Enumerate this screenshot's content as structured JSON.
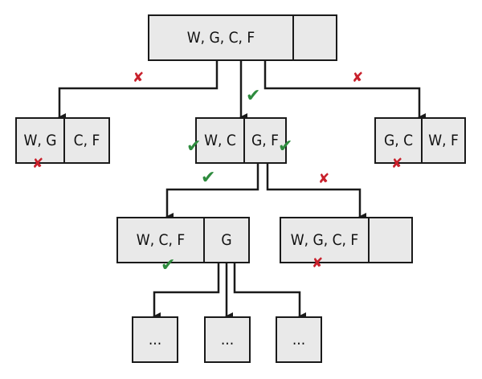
{
  "nodes": {
    "root": {
      "left": "W, G, C, F",
      "right": ""
    },
    "wg_cf": {
      "left": "W, G",
      "right": "C, F"
    },
    "wc_gf": {
      "left": "W, C",
      "right": "G, F"
    },
    "gc_wf": {
      "left": "G, C",
      "right": "W, F"
    },
    "wcf_g": {
      "left": "W, C, F",
      "right": "G"
    },
    "wgcf_back": {
      "left": "W, G, C, F",
      "right": ""
    },
    "child_1": {
      "label": "..."
    },
    "child_2": {
      "label": "..."
    },
    "child_3": {
      "label": "..."
    }
  },
  "marks": {
    "invalid": "✘",
    "valid": "✔"
  },
  "colors": {
    "box_fill": "#e9e9e9",
    "line": "#1a1a1a",
    "invalid": "#c8202b",
    "valid": "#2e8b3e"
  }
}
